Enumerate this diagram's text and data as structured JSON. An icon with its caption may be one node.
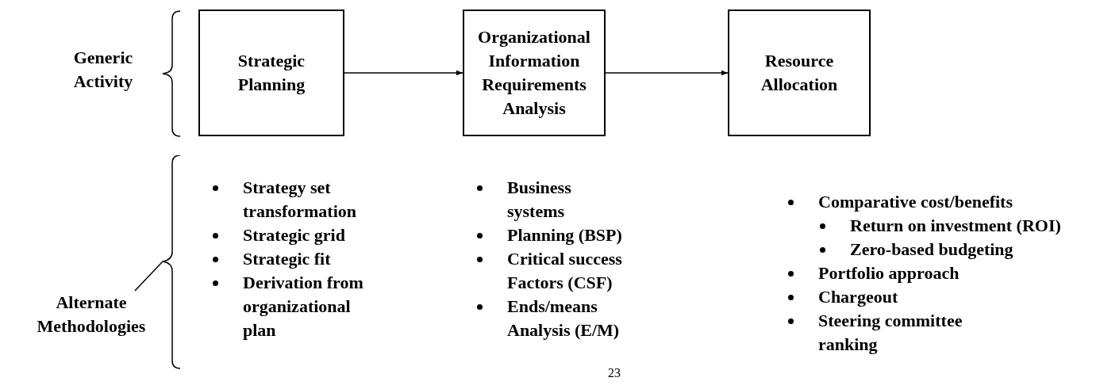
{
  "diagram": {
    "nodes": [
      {
        "text": [
          "Strategic Planning"
        ]
      },
      {
        "text": [
          "Organizational Information Requirements Analysis"
        ]
      },
      {
        "text": [
          "Resource Allocation"
        ]
      },
      {
        "text": [
          "Alternate Methodologies"
        ]
      },
      {
        "text": [],
        "shape": "brace"
      }
    ],
    "edges": [
      {
        "from": 0,
        "to": 1,
        "arrow": "to"
      },
      {
        "from": 1,
        "to": 2,
        "arrow": "to"
      },
      {
        "from": 3,
        "to": 4,
        "arrow": "none"
      }
    ],
    "labels": [
      "Generic Activity",
      "Strategy set transformation",
      "Strategic grid",
      "Strategic fit",
      "Derivation from organizational plan",
      "Business systems",
      "Planning (BSP)",
      "Critical success Factors (CSF)",
      "Ends/means Analysis (E/M)",
      "Comparative cost/benefits",
      "Return on investment (ROI)",
      "Zero-based budgeting",
      "Portfolio approach",
      "Chargeout",
      "Steering committee ranking",
      "23"
    ]
  }
}
